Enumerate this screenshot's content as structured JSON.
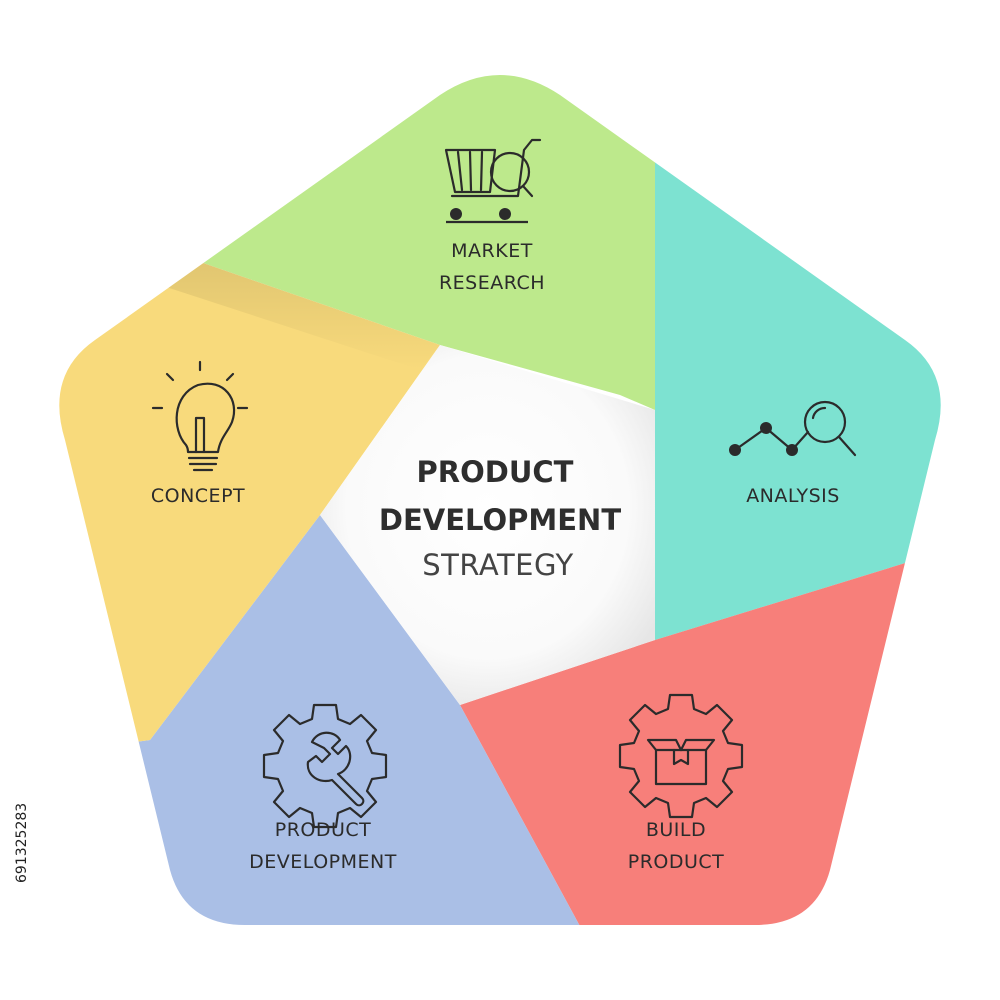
{
  "center": {
    "title_line1": "PRODUCT",
    "title_line2": "DEVELOPMENT",
    "subtitle": "STRATEGY"
  },
  "segments": [
    {
      "id": "market-research",
      "lines": [
        "MARKET",
        "RESEARCH"
      ],
      "color": "#bde98c",
      "icon": "shopping-cart-magnifier-icon"
    },
    {
      "id": "analysis",
      "lines": [
        "ANALYSIS"
      ],
      "color": "#7de2d1",
      "icon": "trend-magnifier-icon"
    },
    {
      "id": "build-product",
      "lines": [
        "BUILD",
        "PRODUCT"
      ],
      "color": "#f77f7a",
      "icon": "gear-box-icon"
    },
    {
      "id": "product-development",
      "lines": [
        "PRODUCT",
        "DEVELOPMENT"
      ],
      "color": "#aabfe6",
      "icon": "gear-wrench-icon"
    },
    {
      "id": "concept",
      "lines": [
        "CONCEPT"
      ],
      "color": "#f8da7c",
      "icon": "light-bulb-icon"
    }
  ],
  "stock_id": "691325283"
}
